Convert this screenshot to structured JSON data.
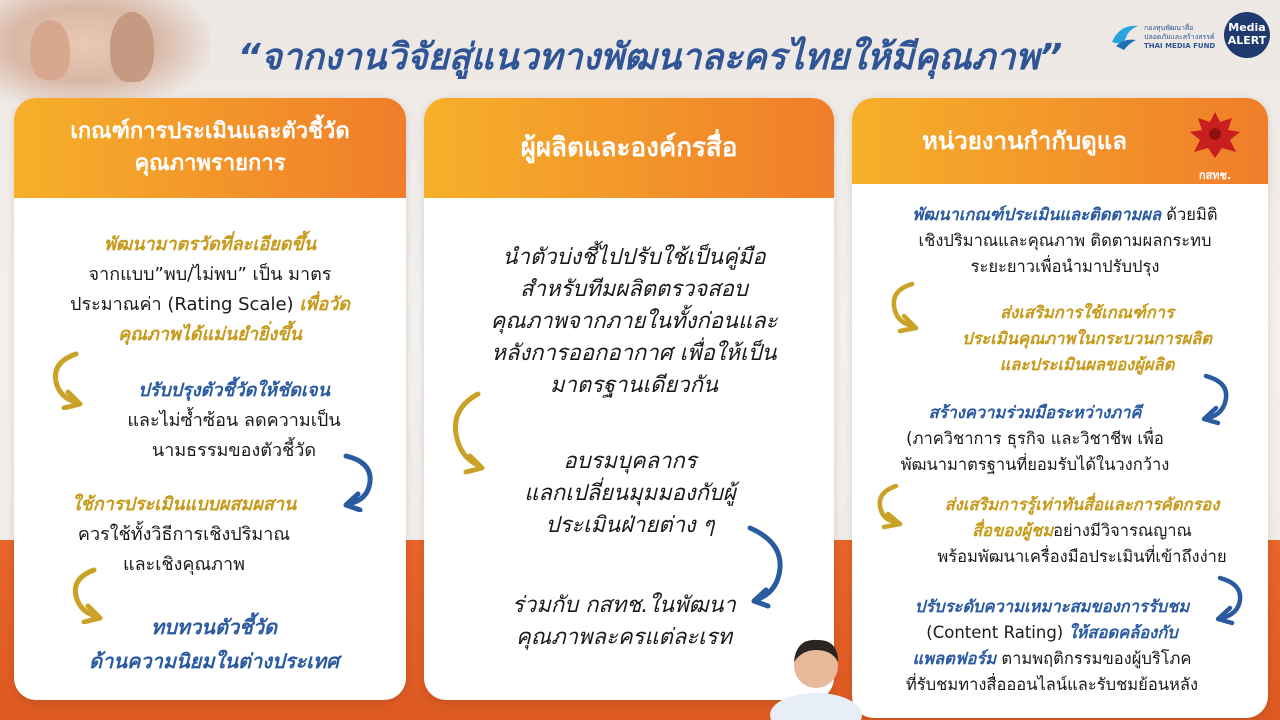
{
  "title": "“จากงานวิจัยสู่แนวทางพัฒนาละครไทยให้มีคุณภาพ”",
  "logos": {
    "fund_lines": [
      "กองทุนพัฒนาสื่อ",
      "ปลอดภัยและสร้างสรรค์",
      "THAI MEDIA FUND"
    ],
    "media_alert_line1": "Media",
    "media_alert_line2": "ALERT"
  },
  "colors": {
    "accent_gold": "#c79a1c",
    "accent_blue": "#2a5aa0",
    "header_orange": "#f07d2a"
  },
  "cards": [
    {
      "heading_line1": "เกณฑ์การประเมินและตัวชี้วัด",
      "heading_line2": "คุณภาพรายการ",
      "b1_gold": "พัฒนามาตรวัดที่ละเอียดขึ้น",
      "b1_line2": "จากแบบ”พบ/ไม่พบ” เป็น มาตร",
      "b1_line3_plain": "ประมาณค่า (Rating Scale) ",
      "b1_line3_gold": "เพื่อวัด",
      "b1_line4_gold": "คุณภาพได้แม่นยำยิ่งขึ้น",
      "b2_blue": "ปรับปรุงตัวชี้วัดให้ชัดเจน",
      "b2_line2": "และไม่ซ้ำซ้อน ลดความเป็น",
      "b2_line3": "นามธรรมของตัวชี้วัด",
      "b3_gold": "ใช้การประเมินแบบผสมผสาน",
      "b3_line2": "ควรใช้ทั้งวิธีการเชิงปริมาณ",
      "b3_line3": "และเชิงคุณภาพ",
      "b4_line1": "ทบทวนตัวชี้วัด",
      "b4_line2": "ด้านความนิยมในต่างประเทศ"
    },
    {
      "heading": "ผู้ผลิตและองค์กรสื่อ",
      "p1": [
        "นำตัวบ่งชี้ไปปรับใช้เป็นคู่มือ",
        "สำหรับทีมผลิตตรวจสอบ",
        "คุณภาพจากภายในทั้งก่อนและ",
        "หลังการออกอากาศ เพื่อให้เป็น",
        "มาตรฐานเดียวกัน"
      ],
      "p2": [
        "อบรมบุคลากร",
        "แลกเปลี่ยนมุมมองกับผู้",
        "ประเมินฝ่ายต่าง ๆ"
      ],
      "p3": [
        "ร่วมกับ กสทช.ในพัฒนา",
        "คุณภาพละครแต่ละเรท"
      ]
    },
    {
      "heading": "หน่วยงานกำกับดูแล",
      "emblem_label": "กสทช.",
      "s1_gold": "พัฒนาเกณฑ์ประเมินและติดตามผล",
      "s1_rest": " ด้วยมิติ",
      "s1_line2": "เชิงปริมาณและคุณภาพ ติดตามผลกระทบ",
      "s1_line3": "ระยะยาวเพื่อนำมาปรับปรุง",
      "s2": [
        "ส่งเสริมการใช้เกณฑ์การ",
        "ประเมินคุณภาพในกระบวนการผลิต",
        "และประเมินผลของผู้ผลิต"
      ],
      "s3_blue": "สร้างความร่วมมือระหว่างภาคี",
      "s3_line2": "(ภาควิชาการ ธุรกิจ และวิชาชีพ เพื่อ",
      "s3_line3": "พัฒนามาตรฐานที่ยอมรับได้ในวงกว้าง",
      "s4_gold1": "ส่งเสริมการรู้เท่าทันสื่อและการคัดกรอง",
      "s4_gold2": "สื่อของผู้ชม",
      "s4_rest2": "อย่างมีวิจารณญาณ",
      "s4_line3": "พร้อมพัฒนาเครื่องมือประเมินที่เข้าถึงง่าย",
      "s5_blue1": "ปรับระดับความเหมาะสมของการรับชม",
      "s5_plain2": "(Content Rating) ",
      "s5_blue2": "ให้สอดคล้องกับ",
      "s5_blue3": "แพลตฟอร์ม",
      "s5_rest3": " ตามพฤติกรรมของผู้บริโภค",
      "s5_line4": "ที่รับชมทางสื่อออนไลน์และรับชมย้อนหลัง"
    }
  ]
}
